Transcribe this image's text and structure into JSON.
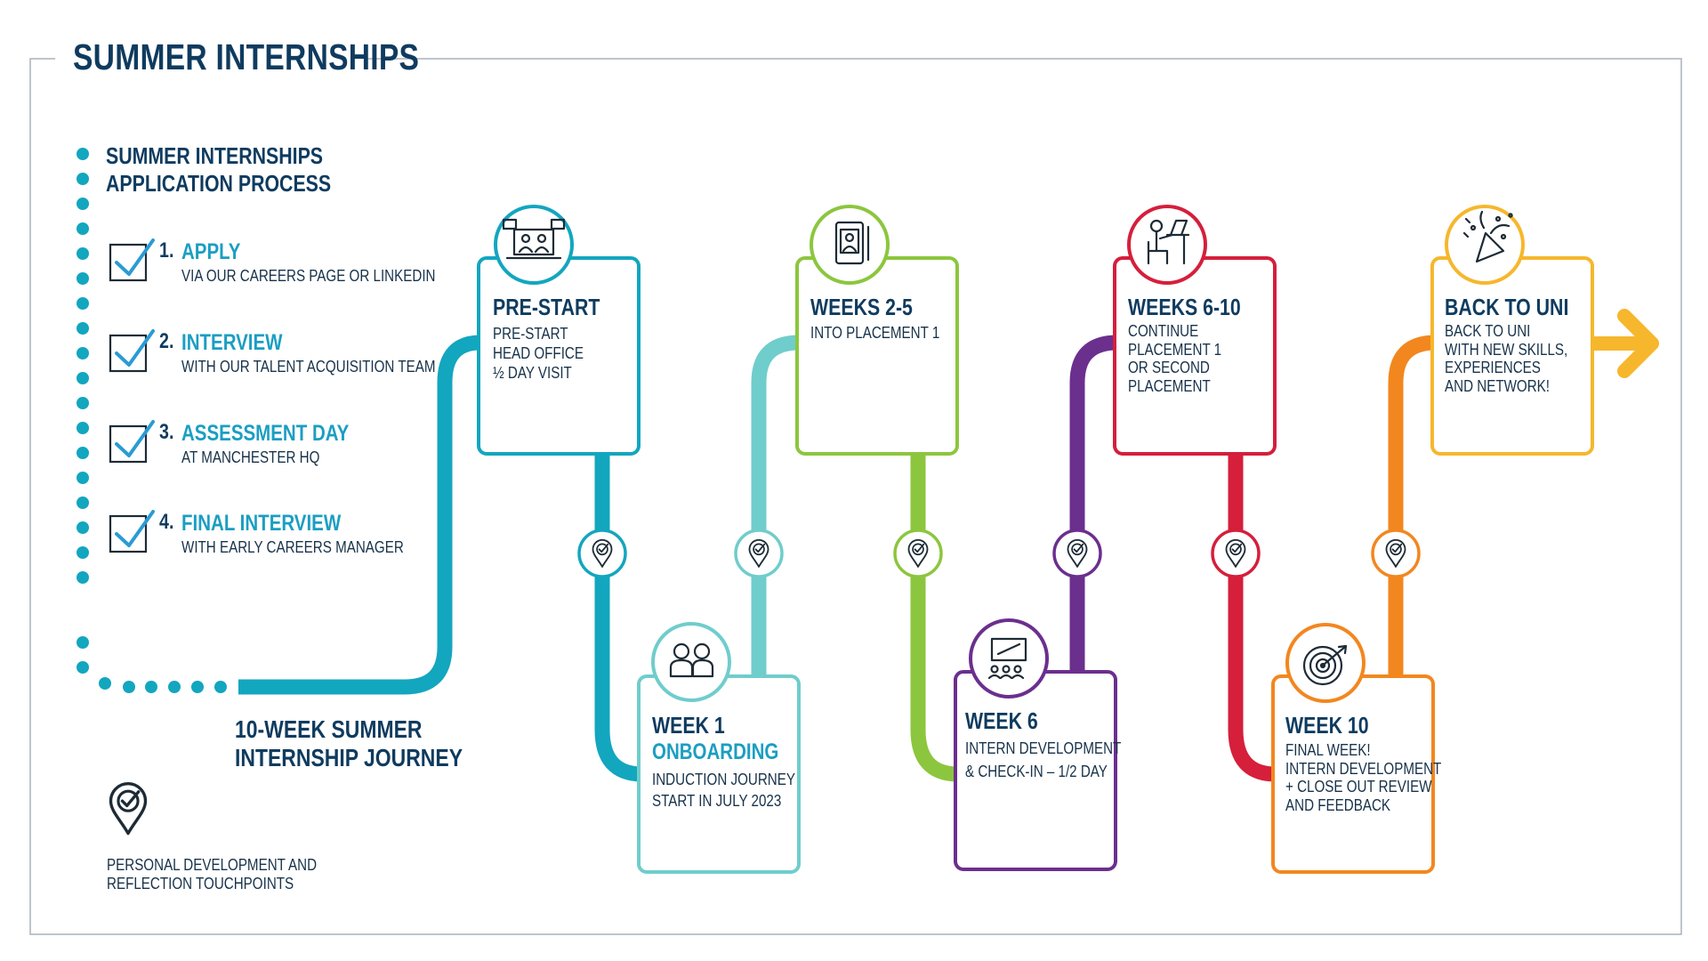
{
  "title": "SUMMER INTERNSHIPS",
  "colors": {
    "navy": "#0f3b5f",
    "teal": "#13a6bf",
    "light_teal": "#6fcdcc",
    "green": "#8cc63e",
    "purple": "#6b2f8e",
    "red": "#d51f3b",
    "orange": "#f2871f",
    "yellow": "#f6b72d",
    "check_blue": "#2a9bd4"
  },
  "application": {
    "heading": "SUMMER INTERNSHIPS\nAPPLICATION PROCESS",
    "steps": [
      {
        "num": "1.",
        "title": "APPLY",
        "desc": "VIA OUR CAREERS PAGE OR LINKEDIN"
      },
      {
        "num": "2.",
        "title": "INTERVIEW",
        "desc": "WITH OUR TALENT ACQUISITION TEAM"
      },
      {
        "num": "3.",
        "title": "ASSESSMENT DAY",
        "desc": "AT MANCHESTER HQ"
      },
      {
        "num": "4.",
        "title": "FINAL INTERVIEW",
        "desc": "WITH EARLY CAREERS MANAGER"
      }
    ]
  },
  "journey_label": "10-WEEK SUMMER\nINTERNSHIP JOURNEY",
  "legend": {
    "icon": "location-check-icon",
    "text": "PERSONAL DEVELOPMENT AND\nREFLECTION TOUCHPOINTS"
  },
  "stages": [
    {
      "icon": "video-call-icon",
      "title": "PRE-START",
      "subtitle": "",
      "desc": "PRE-START\nHEAD OFFICE\n½ DAY VISIT"
    },
    {
      "icon": "people-icon",
      "title": "WEEK 1",
      "subtitle": "ONBOARDING",
      "desc": "INDUCTION JOURNEY\nSTART IN JULY 2023"
    },
    {
      "icon": "tablet-profile-icon",
      "title": "WEEKS 2-5",
      "subtitle": "",
      "desc": "INTO PLACEMENT 1"
    },
    {
      "icon": "presentation-icon",
      "title": "WEEK 6",
      "subtitle": "",
      "desc": "INTERN DEVELOPMENT\n& CHECK-IN – 1/2 DAY"
    },
    {
      "icon": "person-at-desk-icon",
      "title": "WEEKS 6-10",
      "subtitle": "",
      "desc": "CONTINUE\nPLACEMENT 1\nOR SECOND\nPLACEMENT"
    },
    {
      "icon": "target-icon",
      "title": "WEEK 10",
      "subtitle": "",
      "desc": "FINAL WEEK!\nINTERN DEVELOPMENT\n+ CLOSE OUT REVIEW\nAND FEEDBACK"
    },
    {
      "icon": "party-popper-icon",
      "title": "BACK TO UNI",
      "subtitle": "",
      "desc": "BACK TO UNI\nWITH NEW SKILLS,\nEXPERIENCES\nAND NETWORK!"
    }
  ],
  "touchpoint_icon": "location-check-icon"
}
